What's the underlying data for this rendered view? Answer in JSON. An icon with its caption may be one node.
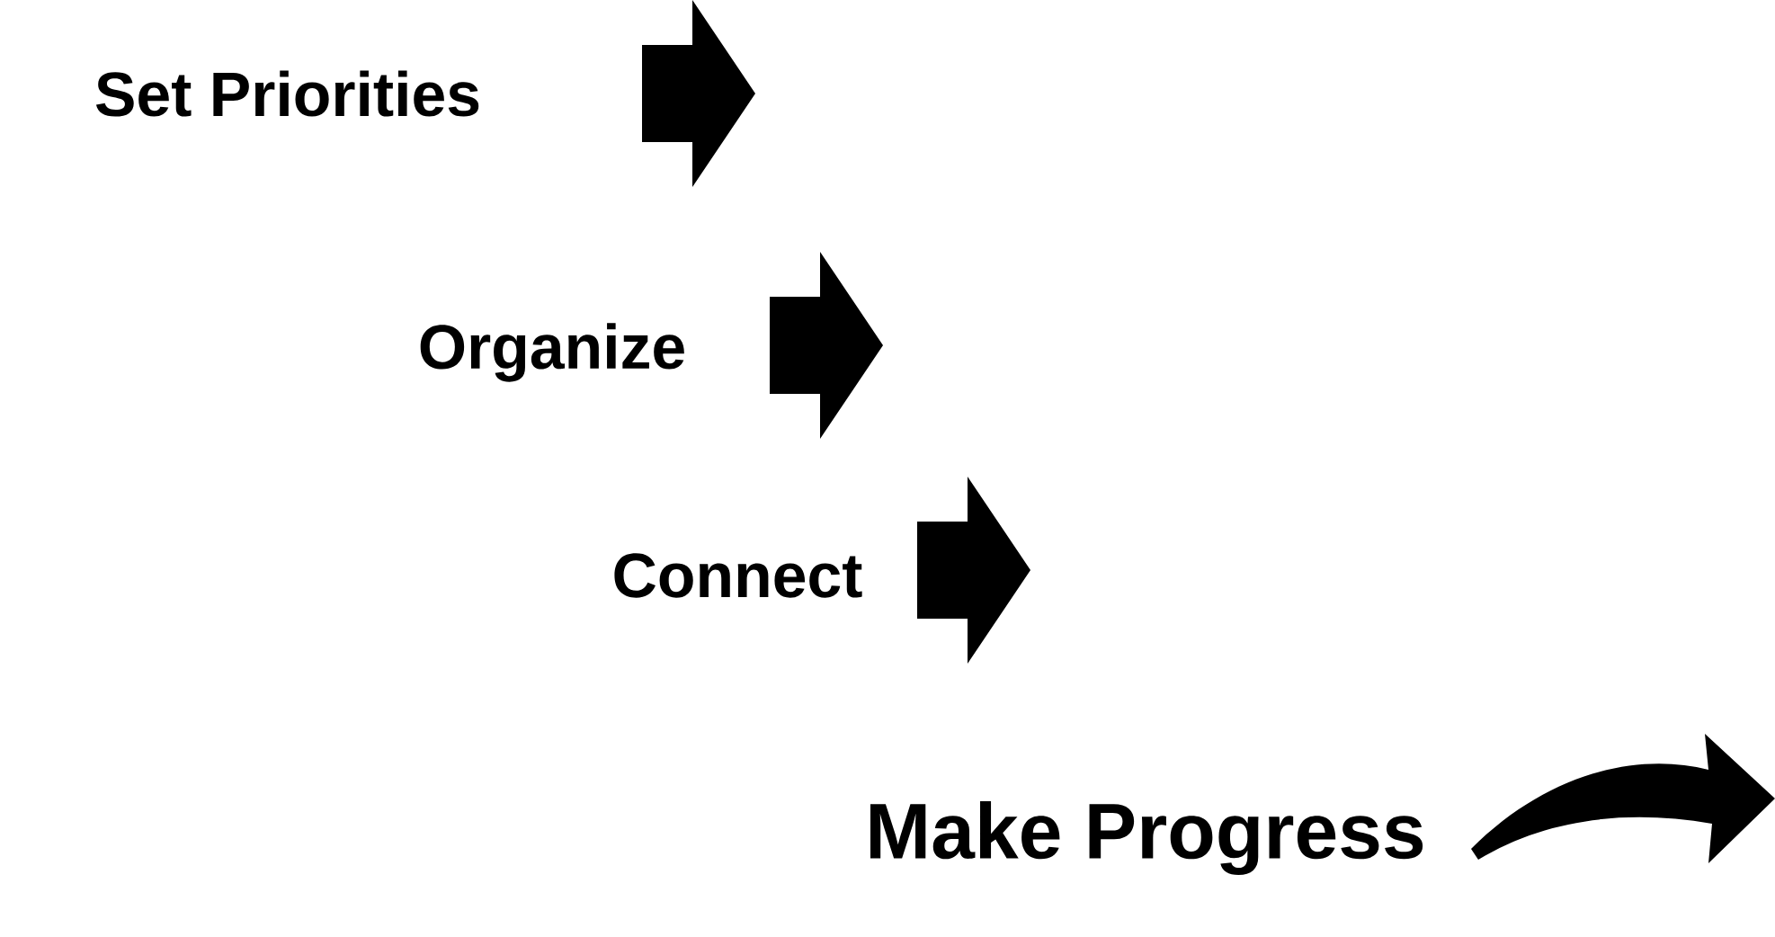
{
  "diagram": {
    "labels": [
      "Set Priorities",
      "Organize",
      "Connect",
      "Make Progress"
    ]
  }
}
